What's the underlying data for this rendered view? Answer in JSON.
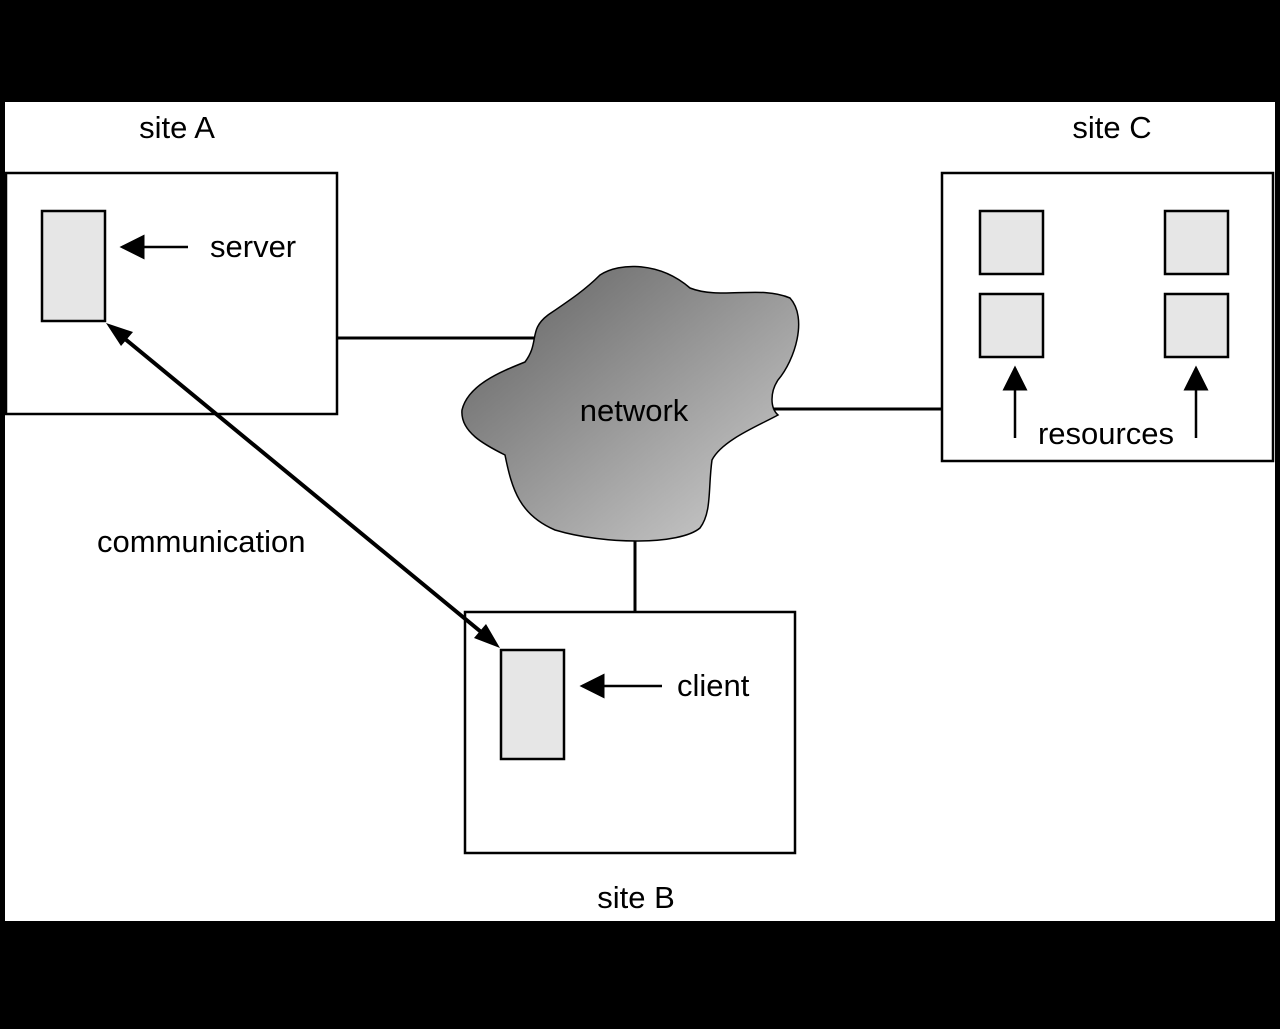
{
  "colors": {
    "frame_background": "#000000",
    "canvas": "#ffffff",
    "process_fill": "#e6e6e6",
    "stroke": "#000000",
    "network_light": "#d0d0d0",
    "network_dark": "#6a6a6a"
  },
  "site_a": {
    "label": "site A",
    "process_label": "server"
  },
  "site_b": {
    "label": "site B",
    "process_label": "client"
  },
  "site_c": {
    "label": "site C",
    "resources_label": "resources"
  },
  "network": {
    "label": "network"
  },
  "communication": {
    "label": "communication"
  }
}
